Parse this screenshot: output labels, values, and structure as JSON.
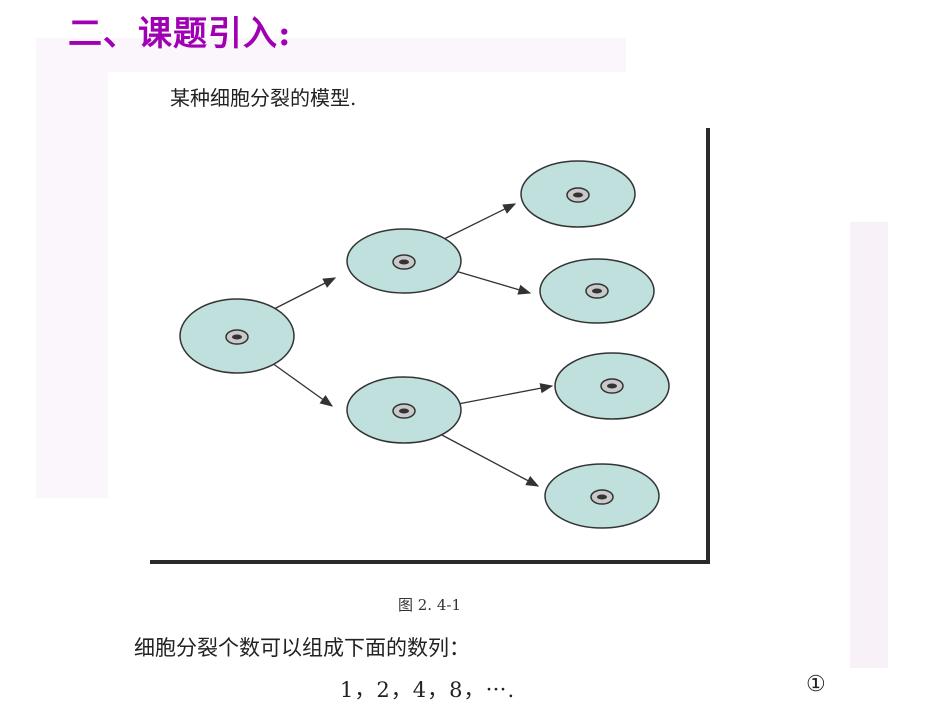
{
  "slide": {
    "title": "二、课题引入:"
  },
  "figure": {
    "caption": "某种细胞分裂的模型.",
    "label": "图 2. 4-1"
  },
  "text": {
    "intro": "细胞分裂个数可以组成下面的数列：",
    "sequence": "1，2，4，8，⋯.",
    "equation_number": "①"
  },
  "colors": {
    "title": "#a000b4",
    "cell_fill": "#bfe0dc",
    "cell_stroke": "#333333",
    "nucleus_fill": "#c9c9c9"
  }
}
